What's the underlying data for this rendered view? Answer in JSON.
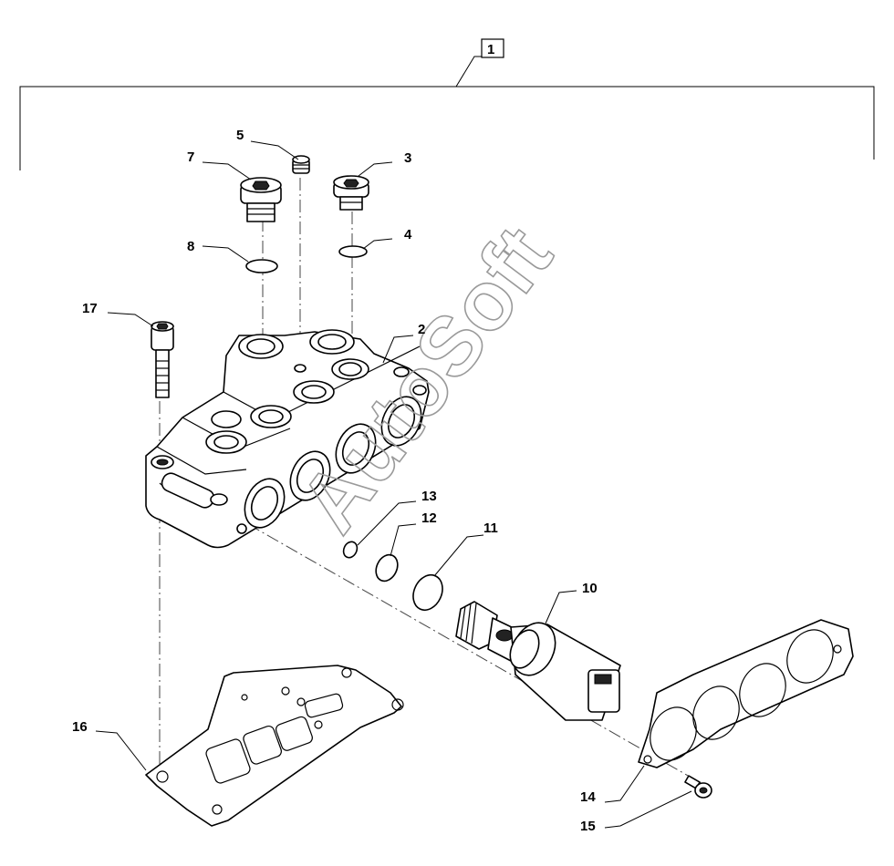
{
  "diagram": {
    "watermark": "AutoSoft",
    "callouts": {
      "c1": "1",
      "c2": "2",
      "c3": "3",
      "c4": "4",
      "c5": "5",
      "c7": "7",
      "c8": "8",
      "c10": "10",
      "c11": "11",
      "c12": "12",
      "c13": "13",
      "c14": "14",
      "c15": "15",
      "c16": "16",
      "c17": "17"
    }
  }
}
